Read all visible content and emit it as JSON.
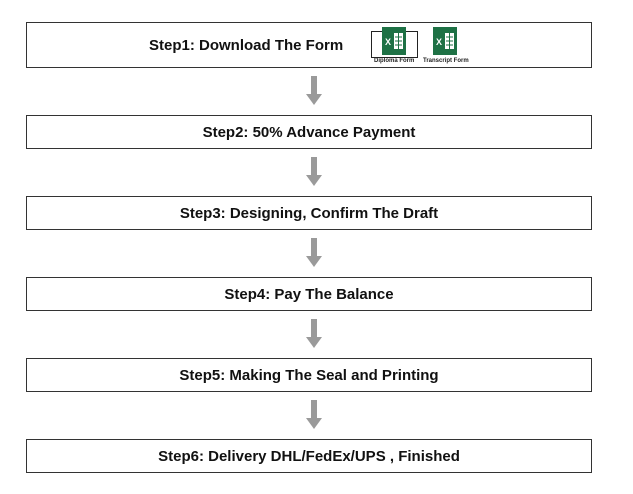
{
  "steps": [
    {
      "label": "Step1: Download The Form"
    },
    {
      "label": "Step2: 50% Advance Payment"
    },
    {
      "label": "Step3: Designing, Confirm The Draft"
    },
    {
      "label": "Step4: Pay The Balance"
    },
    {
      "label": "Step5: Making The Seal and Printing"
    },
    {
      "label": "Step6: Delivery DHL/FedEx/UPS , Finished"
    }
  ],
  "downloads": [
    {
      "label": "Diploma Form",
      "icon": "excel-icon"
    },
    {
      "label": "Transcript Form",
      "icon": "excel-icon"
    }
  ],
  "colors": {
    "excel": "#1e7145",
    "arrow": "#9a9a9a"
  }
}
